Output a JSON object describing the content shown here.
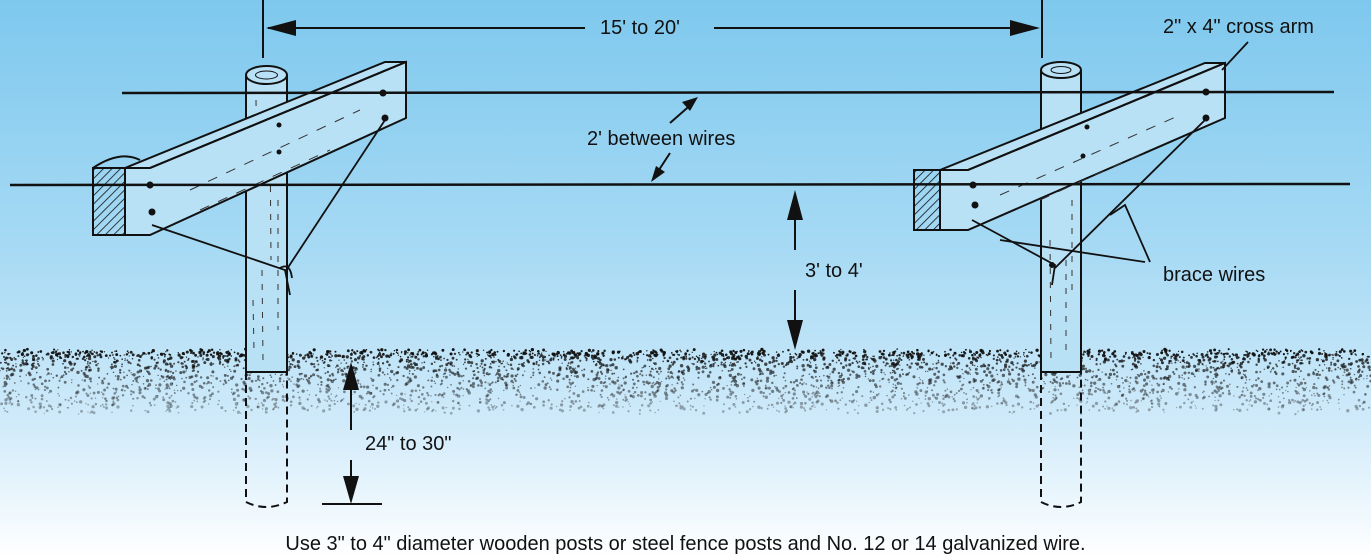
{
  "labels": {
    "span": "15' to 20'",
    "cross_arm": "2\" x 4\" cross arm",
    "wire_spacing": "2' between wires",
    "wire_height": "3' to 4'",
    "brace_wires": "brace wires",
    "post_depth": "24\" to 30\""
  },
  "caption": "Use 3\" to 4\" diameter wooden posts or steel fence posts and No. 12 or 14 galvanized wire.",
  "colors": {
    "sky_top": "#7ec8ee",
    "sky_bottom": "#ffffff",
    "post_fill": "#b9e1f6",
    "ink": "#111111"
  }
}
